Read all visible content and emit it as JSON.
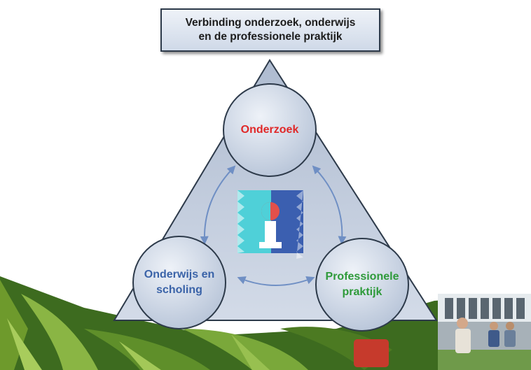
{
  "title": {
    "line1": "Verbinding onderzoek, onderwijs",
    "line2": "en de professionele praktijk"
  },
  "nodes": {
    "top": {
      "label": "Onderzoek",
      "color": "#e02828"
    },
    "left": {
      "line1": "Onderwijs en",
      "line2": "scholing",
      "color": "#3a63a8"
    },
    "right": {
      "line1": "Professionele",
      "line2": "praktijk",
      "color": "#2e9a3a"
    }
  },
  "colors": {
    "triangle_fill": "#c9d3e3",
    "circle_fill": "#d9e1ee",
    "outline": "#2d3a4a",
    "arrow": "#6f8fc4",
    "logo_cyan": "#4fd0d8",
    "logo_blue": "#3b5fb0",
    "logo_red": "#e3504a"
  },
  "icons": {
    "center_logo": "chess-pawn-logo",
    "bottom_left_photo": "plant-leaves-photo",
    "bottom_right_photo": "campus-students-photo"
  }
}
